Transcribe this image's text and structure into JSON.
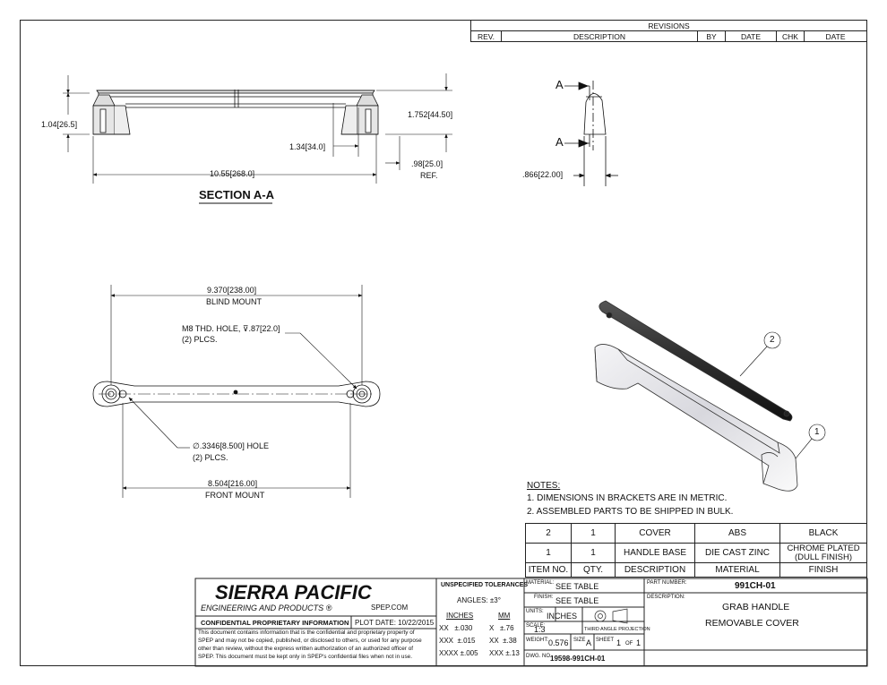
{
  "revisions": {
    "title": "REVISIONS",
    "headers": [
      "REV.",
      "DESCRIPTION",
      "BY",
      "DATE",
      "CHK",
      "DATE"
    ]
  },
  "section_view": {
    "title": "SECTION A-A",
    "dim_height": [
      "1.04",
      "26.5"
    ],
    "dim_overall_height": [
      "1.752",
      "44.50"
    ],
    "dim_inner": [
      "1.34",
      "34.0"
    ],
    "dim_ref": [
      "98",
      "25.0"
    ],
    "dim_ref_prefix": ".",
    "dim_ref_label": "REF.",
    "dim_length": [
      "10.55",
      "268.0"
    ]
  },
  "end_view": {
    "cut_label_top": "A",
    "cut_label_bottom": "A",
    "dim_width": [
      ".866",
      "22.00"
    ]
  },
  "top_view": {
    "blind_mount": [
      "9.370",
      "238.00"
    ],
    "blind_mount_label": "BLIND MOUNT",
    "thread_note_line1": "M8 THD. HOLE,",
    "thread_symbol": "⊽",
    "thread_depth": [
      ".87",
      "22.0"
    ],
    "thread_note_line2": "(2) PLCS.",
    "hole_symbol": "∅",
    "hole_dim": [
      ".3346",
      "8.500"
    ],
    "hole_label": "HOLE",
    "hole_plcs": "(2) PLCS.",
    "front_mount": [
      "8.504",
      "216.00"
    ],
    "front_mount_label": "FRONT MOUNT"
  },
  "iso_view": {
    "balloon_1": "1",
    "balloon_2": "2"
  },
  "notes": {
    "title": "NOTES:",
    "items": [
      "1.   DIMENSIONS IN BRACKETS ARE IN METRIC.",
      "2.   ASSEMBLED PARTS TO BE SHIPPED IN BULK."
    ]
  },
  "bom": {
    "rows": [
      [
        "2",
        "1",
        "COVER",
        "ABS",
        "BLACK"
      ],
      [
        "1",
        "1",
        "HANDLE BASE",
        "DIE CAST ZINC",
        "CHROME PLATED\n(DULL FINISH)"
      ]
    ],
    "headers": [
      "ITEM NO.",
      "QTY.",
      "DESCRIPTION",
      "MATERIAL",
      "FINISH"
    ]
  },
  "title_block": {
    "company": "SIERRA PACIFIC",
    "company_sub": "ENGINEERING AND PRODUCTS",
    "registered": "®",
    "website": "SPEP.COM",
    "confidential_title": "CONFIDENTIAL PROPRIETARY INFORMATION",
    "plot_date_label": "PLOT DATE:",
    "plot_date": "10/22/2015",
    "confidential_text": [
      "This document contains information that is the confidential and proprietary property of",
      "SPEP and may not be copied, published, or disclosed to others, or used for any purpose",
      "other than review, without the express written authorization of an authorized officer of",
      "SPEP. This document must be kept only in SPEP's confidential files when not in use."
    ],
    "tolerances_title": "UNSPECIFIED TOLERANCES",
    "angles": "ANGLES: ±3°",
    "inches_label": "INCHES",
    "mm_label": "MM",
    "tol_inch": [
      [
        "XX",
        "±.030"
      ],
      [
        "XXX",
        "±.015"
      ],
      [
        "XXXX",
        "±.005"
      ]
    ],
    "tol_mm": [
      [
        "X",
        "±.76"
      ],
      [
        "XX",
        "±.38"
      ],
      [
        "XXX",
        "±.13"
      ]
    ],
    "material_label": "MATERIAL:",
    "material": "SEE TABLE",
    "finish_label": "FINISH:",
    "finish": "SEE TABLE",
    "units_label": "UNITS:",
    "units": "INCHES",
    "projection": "THIRD ANGLE PROJECTION",
    "scale_label": "SCALE:",
    "scale": "1:3",
    "weight_label": "WEIGHT:",
    "weight": "0.576",
    "size_label": "SIZE",
    "size": "A",
    "sheet_label": "SHEET",
    "sheet": "1",
    "of_label": "OF",
    "sheet_total": "1",
    "dwg_label": "DWG. NO.",
    "dwg_no": "19598-991CH-01",
    "part_number_label": "PART NUMBER:",
    "part_number": "991CH-01",
    "description_label": "DESCRIPTION:",
    "description_line1": "GRAB HANDLE",
    "description_line2": "REMOVABLE COVER"
  }
}
